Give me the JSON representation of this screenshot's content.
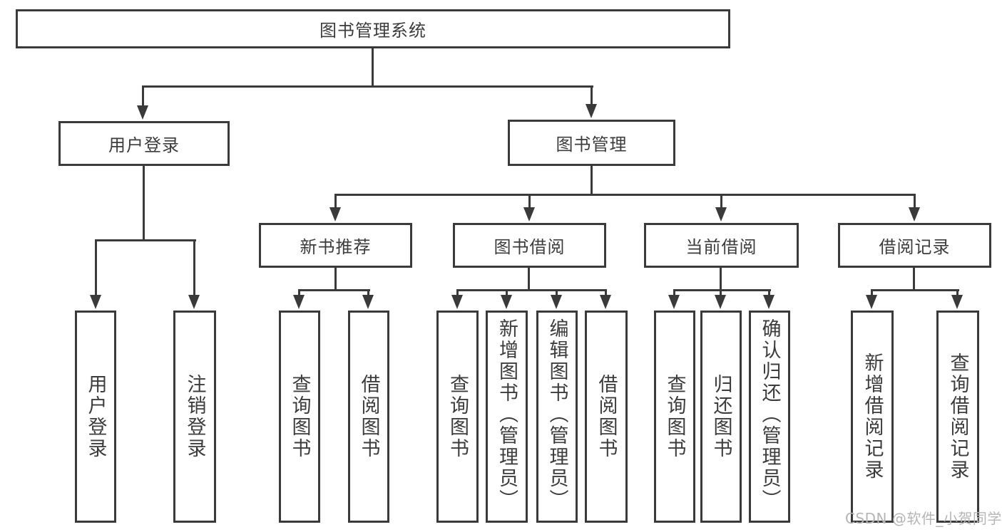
{
  "diagram_type": "hierarchy-tree",
  "colors": {
    "line": "#3a3a3a",
    "text": "#3c3c3c",
    "watermark": "#b5b5b5",
    "background": "#ffffff"
  },
  "tree": {
    "label": "图书管理系统",
    "children": [
      {
        "label": "用户登录",
        "children": [
          {
            "label": "用户登录"
          },
          {
            "label": "注销登录"
          }
        ]
      },
      {
        "label": "图书管理",
        "children": [
          {
            "label": "新书推荐",
            "children": [
              {
                "label": "查询图书"
              },
              {
                "label": "借阅图书"
              }
            ]
          },
          {
            "label": "图书借阅",
            "children": [
              {
                "label": "查询图书"
              },
              {
                "label": "新增图书（管理员）"
              },
              {
                "label": "编辑图书（管理员）"
              },
              {
                "label": "借阅图书"
              }
            ]
          },
          {
            "label": "当前借阅",
            "children": [
              {
                "label": "查询图书"
              },
              {
                "label": "归还图书"
              },
              {
                "label": "确认归还（管理员）"
              }
            ]
          },
          {
            "label": "借阅记录",
            "children": [
              {
                "label": "新增借阅记录"
              },
              {
                "label": "查询借阅记录"
              }
            ]
          }
        ]
      }
    ]
  },
  "watermark": {
    "text": "CSDN @软件_小贺同学"
  }
}
